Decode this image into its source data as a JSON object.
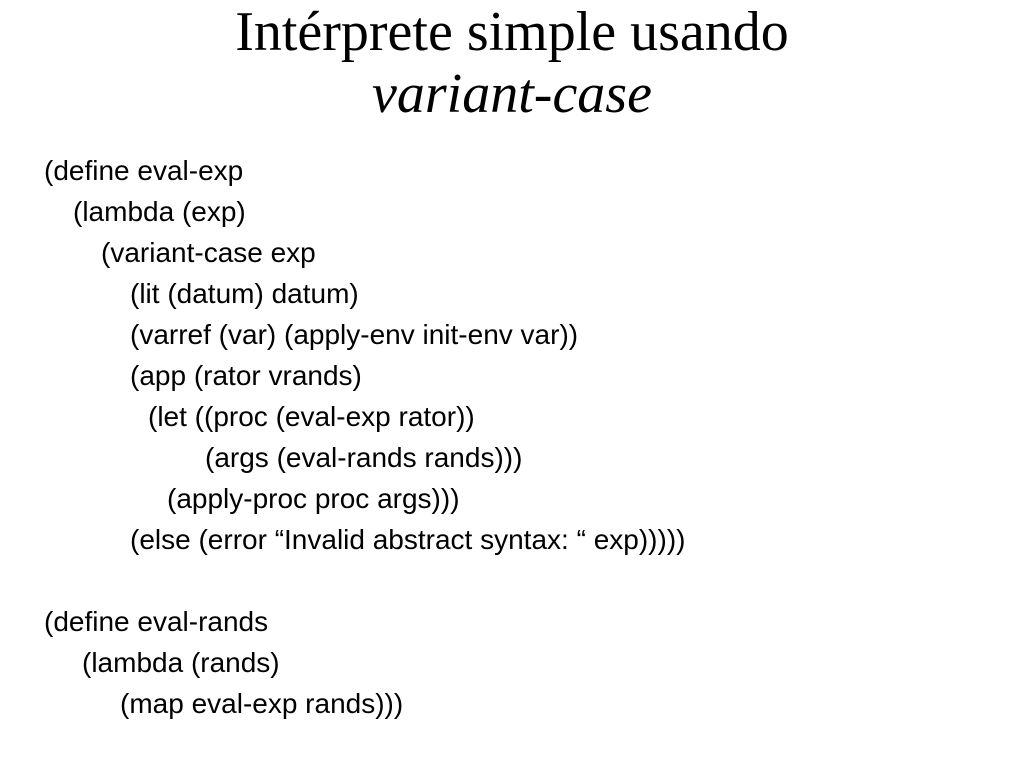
{
  "title": {
    "line1": "Intérprete simple usando",
    "line2": "variant-case"
  },
  "code": {
    "lines": [
      "(define eval-exp",
      "(lambda (exp)",
      "(variant-case exp",
      "(lit (datum) datum)",
      "(varref (var) (apply-env init-env var))",
      "(app (rator vrands)",
      "(let ((proc (eval-exp rator))",
      "(args (eval-rands rands)))",
      "(apply-proc proc args)))",
      "(else (error “Invalid abstract syntax: “ exp)))))",
      "",
      "(define eval-rands",
      "(lambda (rands)",
      "(map eval-exp rands)))"
    ]
  }
}
